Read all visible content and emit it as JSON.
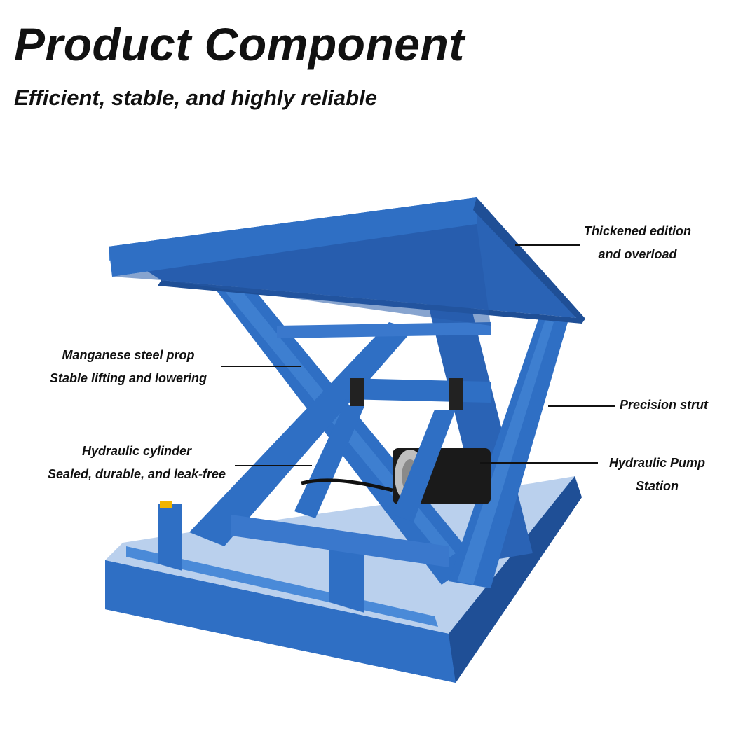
{
  "header": {
    "title": "Product Component",
    "subtitle": "Efficient, stable, and highly reliable"
  },
  "callouts": {
    "thickened": {
      "line1": "Thickened edition",
      "line2": "and overload"
    },
    "manganese": {
      "line1": "Manganese steel prop",
      "line2": "Stable lifting and lowering"
    },
    "precision": {
      "line1": "Precision strut"
    },
    "cylinder": {
      "line1": "Hydraulic cylinder",
      "line2": "Sealed, durable, and leak-free"
    },
    "pump": {
      "line1": "Hydraulic Pump",
      "line2": "Station"
    }
  },
  "colors": {
    "steel_blue": "#2f6fc4",
    "steel_blue_dark": "#1f4f96",
    "steel_blue_light": "#4a8ad8",
    "warning_yellow": "#f0b400",
    "pump_black": "#1a1a1a"
  }
}
